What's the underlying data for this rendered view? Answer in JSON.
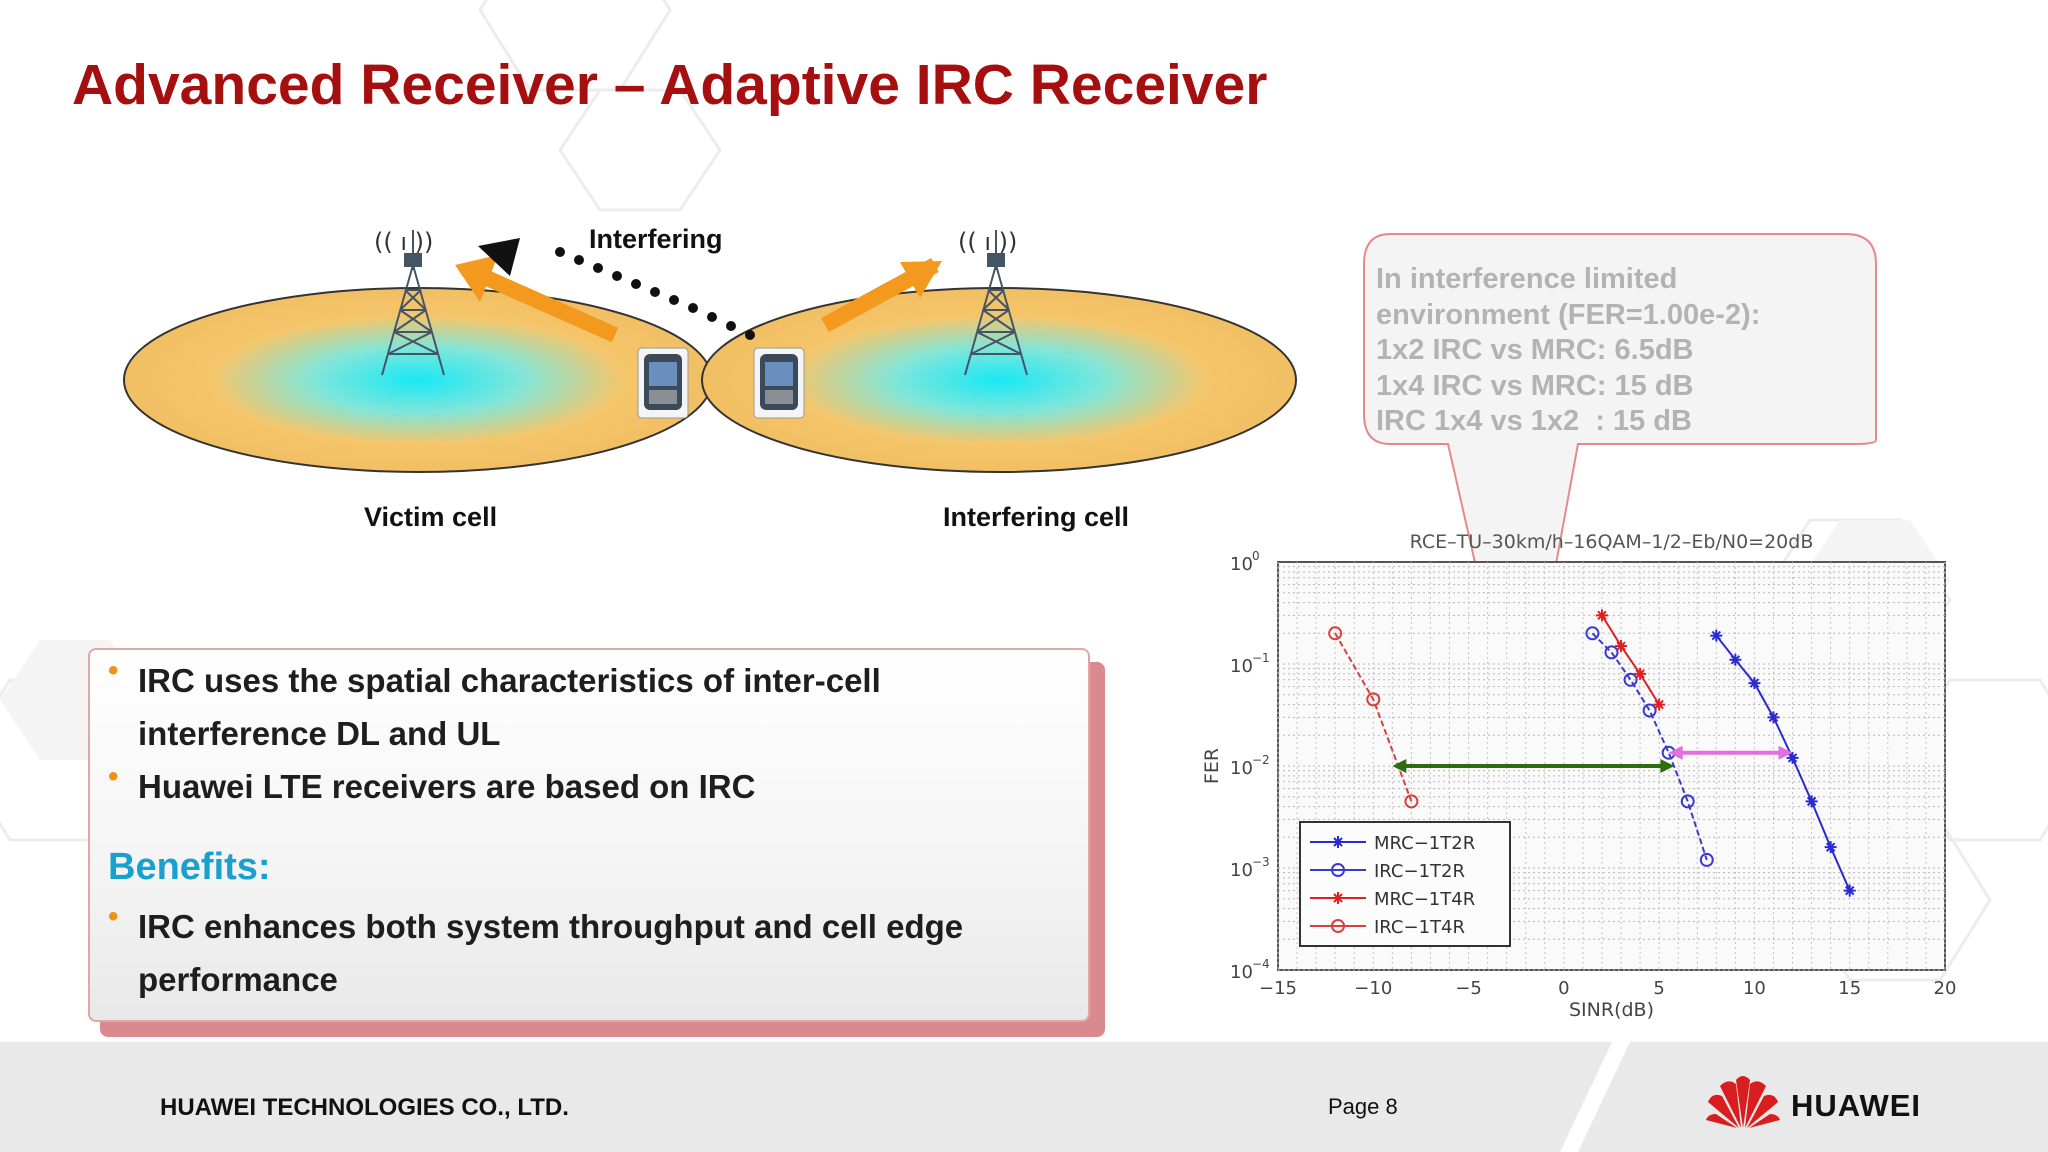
{
  "title": "Advanced Receiver – Adaptive IRC Receiver",
  "diagram": {
    "interfering_label": "Interfering",
    "victim_label": "Victim cell",
    "interfering_cell_label": "Interfering cell",
    "antenna_glyph": "(( ı ))"
  },
  "callout": {
    "lines": [
      "In interference limited",
      "environment (FER=1.00e-2):",
      "1x2 IRC vs MRC: 6.5dB",
      "1x4 IRC vs MRC: 15 dB",
      "IRC 1x4 vs 1x2  : 15 dB"
    ]
  },
  "bullets": {
    "items": [
      "IRC uses the spatial characteristics of inter-cell interference DL and UL",
      "Huawei LTE receivers are based on IRC"
    ],
    "benefits_heading": "Benefits:",
    "benefits_items": [
      "IRC enhances both system throughput and cell edge performance"
    ],
    "bullet_glyph": "•"
  },
  "chart_data": {
    "type": "line",
    "title": "RCE–TU–30km/h–16QAM–1/2–Eb/N0=20dB",
    "xlabel": "SINR(dB)",
    "ylabel": "FER",
    "xlim": [
      -15,
      20
    ],
    "ylim": [
      0.0001,
      1
    ],
    "yscale": "log",
    "grid": true,
    "legend_position": "bottom-left",
    "xticks": [
      -15,
      -10,
      -5,
      0,
      5,
      10,
      15,
      20
    ],
    "xtick_labels": [
      "−15",
      "−10",
      "−5",
      "0",
      "5",
      "10",
      "15",
      "20"
    ],
    "ytick_base": "10",
    "ytick_exponents": [
      "0",
      "−1",
      "−2",
      "−3",
      "−4"
    ],
    "series": [
      {
        "name": "MRC−1T2R",
        "color": "#2a2ad0",
        "marker": "star",
        "x": [
          8,
          9,
          10,
          11,
          12,
          13,
          14,
          15
        ],
        "y": [
          0.19,
          0.11,
          0.065,
          0.03,
          0.012,
          0.0045,
          0.0016,
          0.0006
        ]
      },
      {
        "name": "IRC−1T2R",
        "color": "#3a3ad0",
        "marker": "circle",
        "x": [
          1.5,
          2.5,
          3.5,
          4.5,
          5.5,
          6.5,
          7.5
        ],
        "y": [
          0.2,
          0.13,
          0.07,
          0.035,
          0.0135,
          0.0045,
          0.0012
        ]
      },
      {
        "name": "MRC−1T4R",
        "color": "#e02020",
        "marker": "star",
        "x": [
          2.0,
          3.0,
          4.0,
          5.0
        ],
        "y": [
          0.3,
          0.15,
          0.08,
          0.04
        ]
      },
      {
        "name": "IRC−1T4R",
        "color": "#d84040",
        "marker": "circle",
        "x": [
          -12,
          -10,
          -8
        ],
        "y": [
          0.2,
          0.045,
          0.0045
        ]
      }
    ],
    "annotations": [
      {
        "type": "double-arrow",
        "color": "#2f6b10",
        "x_from": -9,
        "x_to": 5.8,
        "y": 0.01
      },
      {
        "type": "double-arrow",
        "color": "#e070e0",
        "x_from": 5.5,
        "x_to": 12,
        "y": 0.0135
      }
    ]
  },
  "footer": {
    "company": "HUAWEI TECHNOLOGIES CO., LTD.",
    "page": "Page 8",
    "brand": "HUAWEI"
  },
  "colors": {
    "title": "#a50f0f",
    "accent_orange": "#f0921a",
    "benefits_blue": "#1aa0cf",
    "cell_fill_outer": "#f5c56a",
    "cell_fill_inner": "#1ee6f0"
  }
}
